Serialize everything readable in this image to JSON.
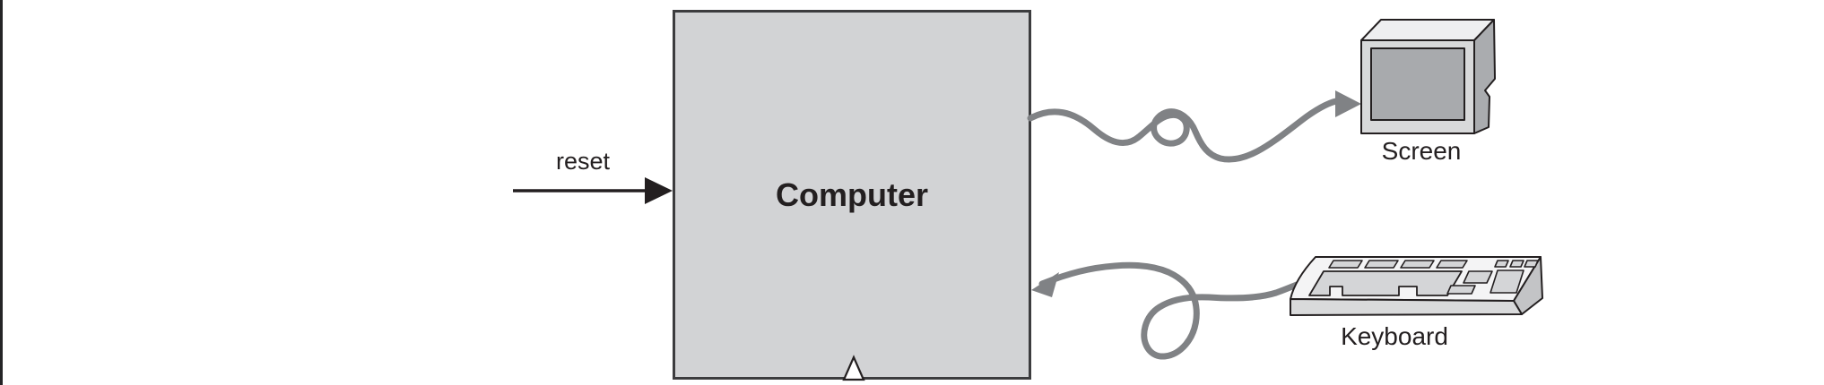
{
  "diagram": {
    "title_hint": "Computer system block diagram",
    "computer_box": {
      "label": "Computer"
    },
    "reset_input": {
      "label": "reset"
    },
    "screen_device": {
      "label": "Screen"
    },
    "keyboard_device": {
      "label": "Keyboard"
    }
  },
  "colors": {
    "box_fill": "#d2d3d5",
    "box_border": "#3c3c3e",
    "line_black": "#231f20",
    "cable_gray": "#808285",
    "page_edge": "#242426",
    "monitor_top_face": "#eeeff0",
    "monitor_bezel": "#d8d9da",
    "monitor_screen": "#a8aaad",
    "monitor_side": "#aaacaf",
    "keyboard_top_face": "#f4f4f5",
    "keyboard_key": "#d4d5d7",
    "keyboard_front": "#d9dadb",
    "keyboard_side": "#c3c4c6",
    "clock_triangle_fill": "#ffffff"
  }
}
